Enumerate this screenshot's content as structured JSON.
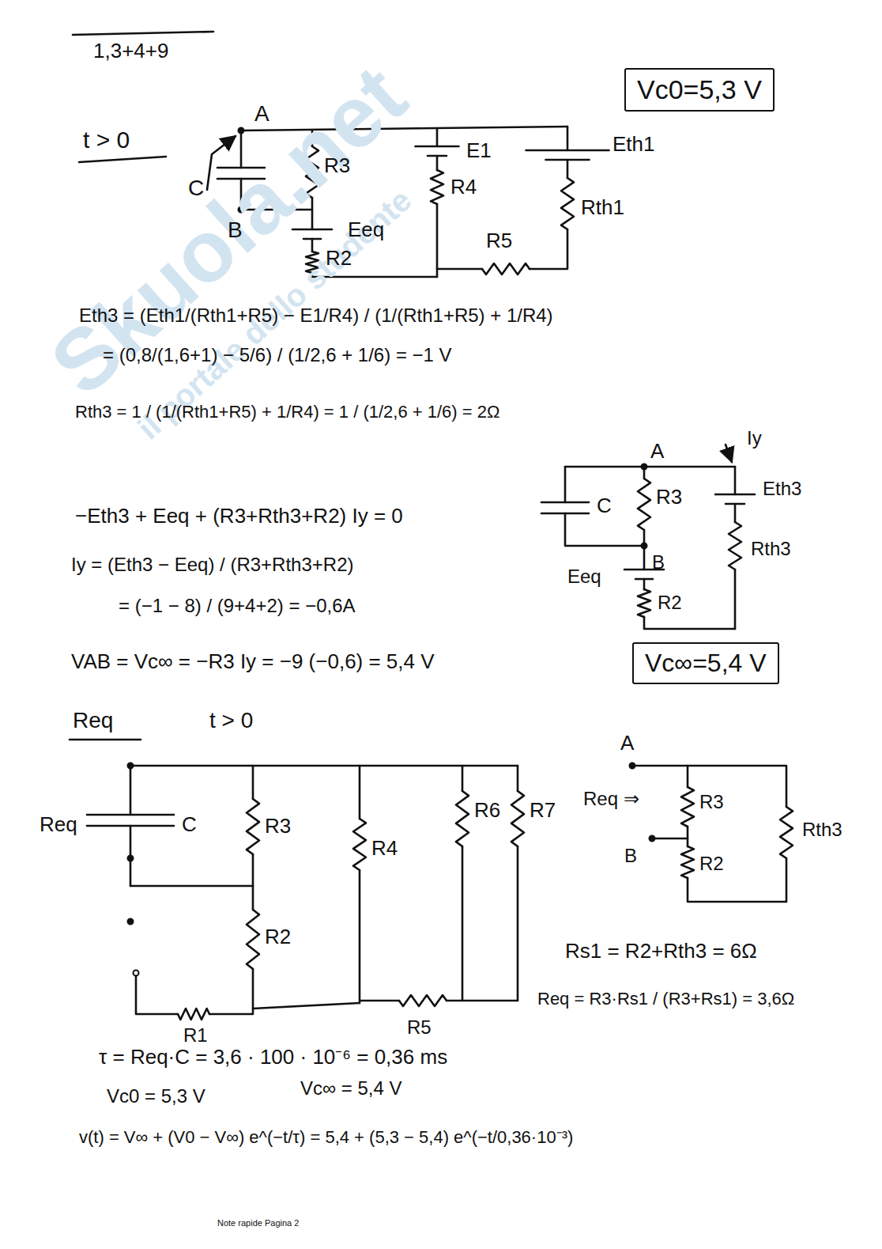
{
  "diagram": {
    "nodes": [
      {
        "text": [
          "Vc0=5,3 V"
        ]
      },
      {
        "text": [
          "Vc∞=5,4 V"
        ]
      }
    ],
    "labels": [
      "Skuola.net",
      "il portale dello studente",
      "1,3+4+9",
      "t > 0",
      "A",
      "C",
      "B",
      "R3",
      "E1",
      "R4",
      "Eth1",
      "Eeq",
      "R5",
      "Rth1",
      "R2",
      "Eth3 = (Eth1/(Rth1+R5) − E1/R4) / (1/(Rth1+R5) + 1/R4)",
      "= (0,8/(1,6+1) − 5/6) / (1/2,6 + 1/6) = −1 V",
      "Rth3 = 1 / (1/(Rth1+R5) + 1/R4) = 1 / (1/2,6 + 1/6) = 2Ω",
      "A",
      "Iy",
      "Eth3",
      "C",
      "R3",
      "B",
      "Rth3",
      "Eeq",
      "R2",
      "−Eth3 + Eeq + (R3+Rth3+R2) Iy = 0",
      "Iy = (Eth3 − Eeq) / (R3+Rth3+R2)",
      "= (−1 − 8) / (9+4+2) = −0,6A",
      "VAB = Vc∞ = −R3 Iy = −9 (−0,6) = 5,4 V",
      "Req",
      "t > 0",
      "Req",
      "C",
      "R3",
      "R4",
      "R6",
      "R7",
      "R2",
      "R1",
      "R5",
      "A",
      "Req ⇒",
      "R3",
      "B",
      "Rth3",
      "R2",
      "Rs1 = R2+Rth3 = 6Ω",
      "Req = R3·Rs1 / (R3+Rs1) = 3,6Ω",
      "τ = Req·C = 3,6 · 100 · 10⁻⁶ = 0,36 ms",
      "Vc0 = 5,3 V",
      "Vc∞ = 5,4 V",
      "v(t) = V∞ + (V0 − V∞) e^(−t/τ) = 5,4 + (5,3 − 5,4) e^(−t/0,36·10⁻³)",
      "Note rapide Pagina 2"
    ]
  }
}
